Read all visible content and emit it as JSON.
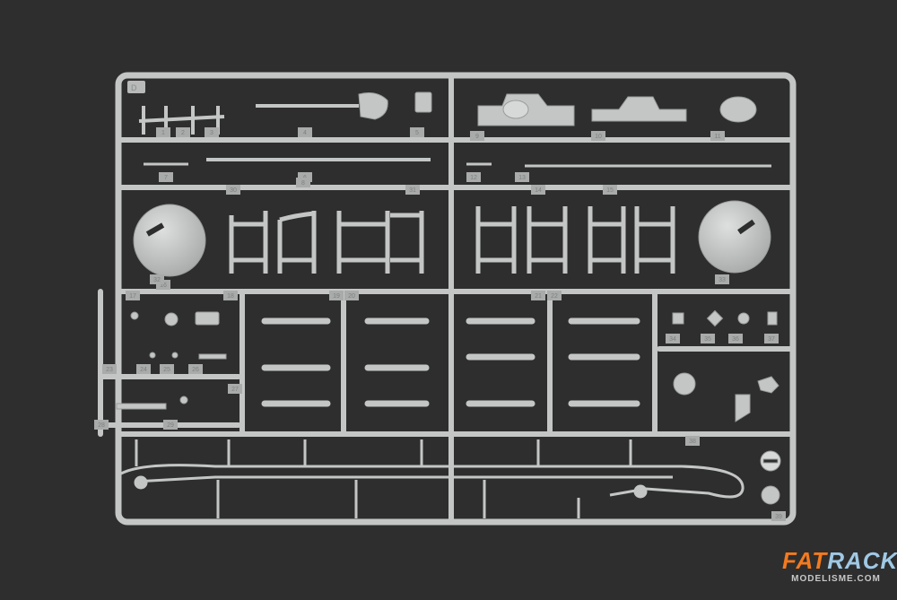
{
  "sprue": {
    "letter": "D",
    "fill": "#c4c6c6",
    "shade": "#a9abab",
    "highlight": "#e2e3e3",
    "background": "#2e2e2e"
  },
  "part_numbers": [
    "1",
    "2",
    "3",
    "4",
    "5",
    "6",
    "7",
    "8",
    "9",
    "10",
    "11",
    "12",
    "13",
    "14",
    "15",
    "16",
    "17",
    "18",
    "19",
    "20",
    "21",
    "22",
    "23",
    "24",
    "25",
    "26",
    "27",
    "28",
    "29",
    "30",
    "31",
    "32",
    "33",
    "34",
    "35",
    "36",
    "37",
    "38",
    "39"
  ],
  "watermark": {
    "brand_a": "FAT",
    "brand_b": "RACK",
    "site": "MODELISME.COM",
    "brand_color_a": "#f47a1f",
    "brand_color_b": "#9fc9e6"
  }
}
